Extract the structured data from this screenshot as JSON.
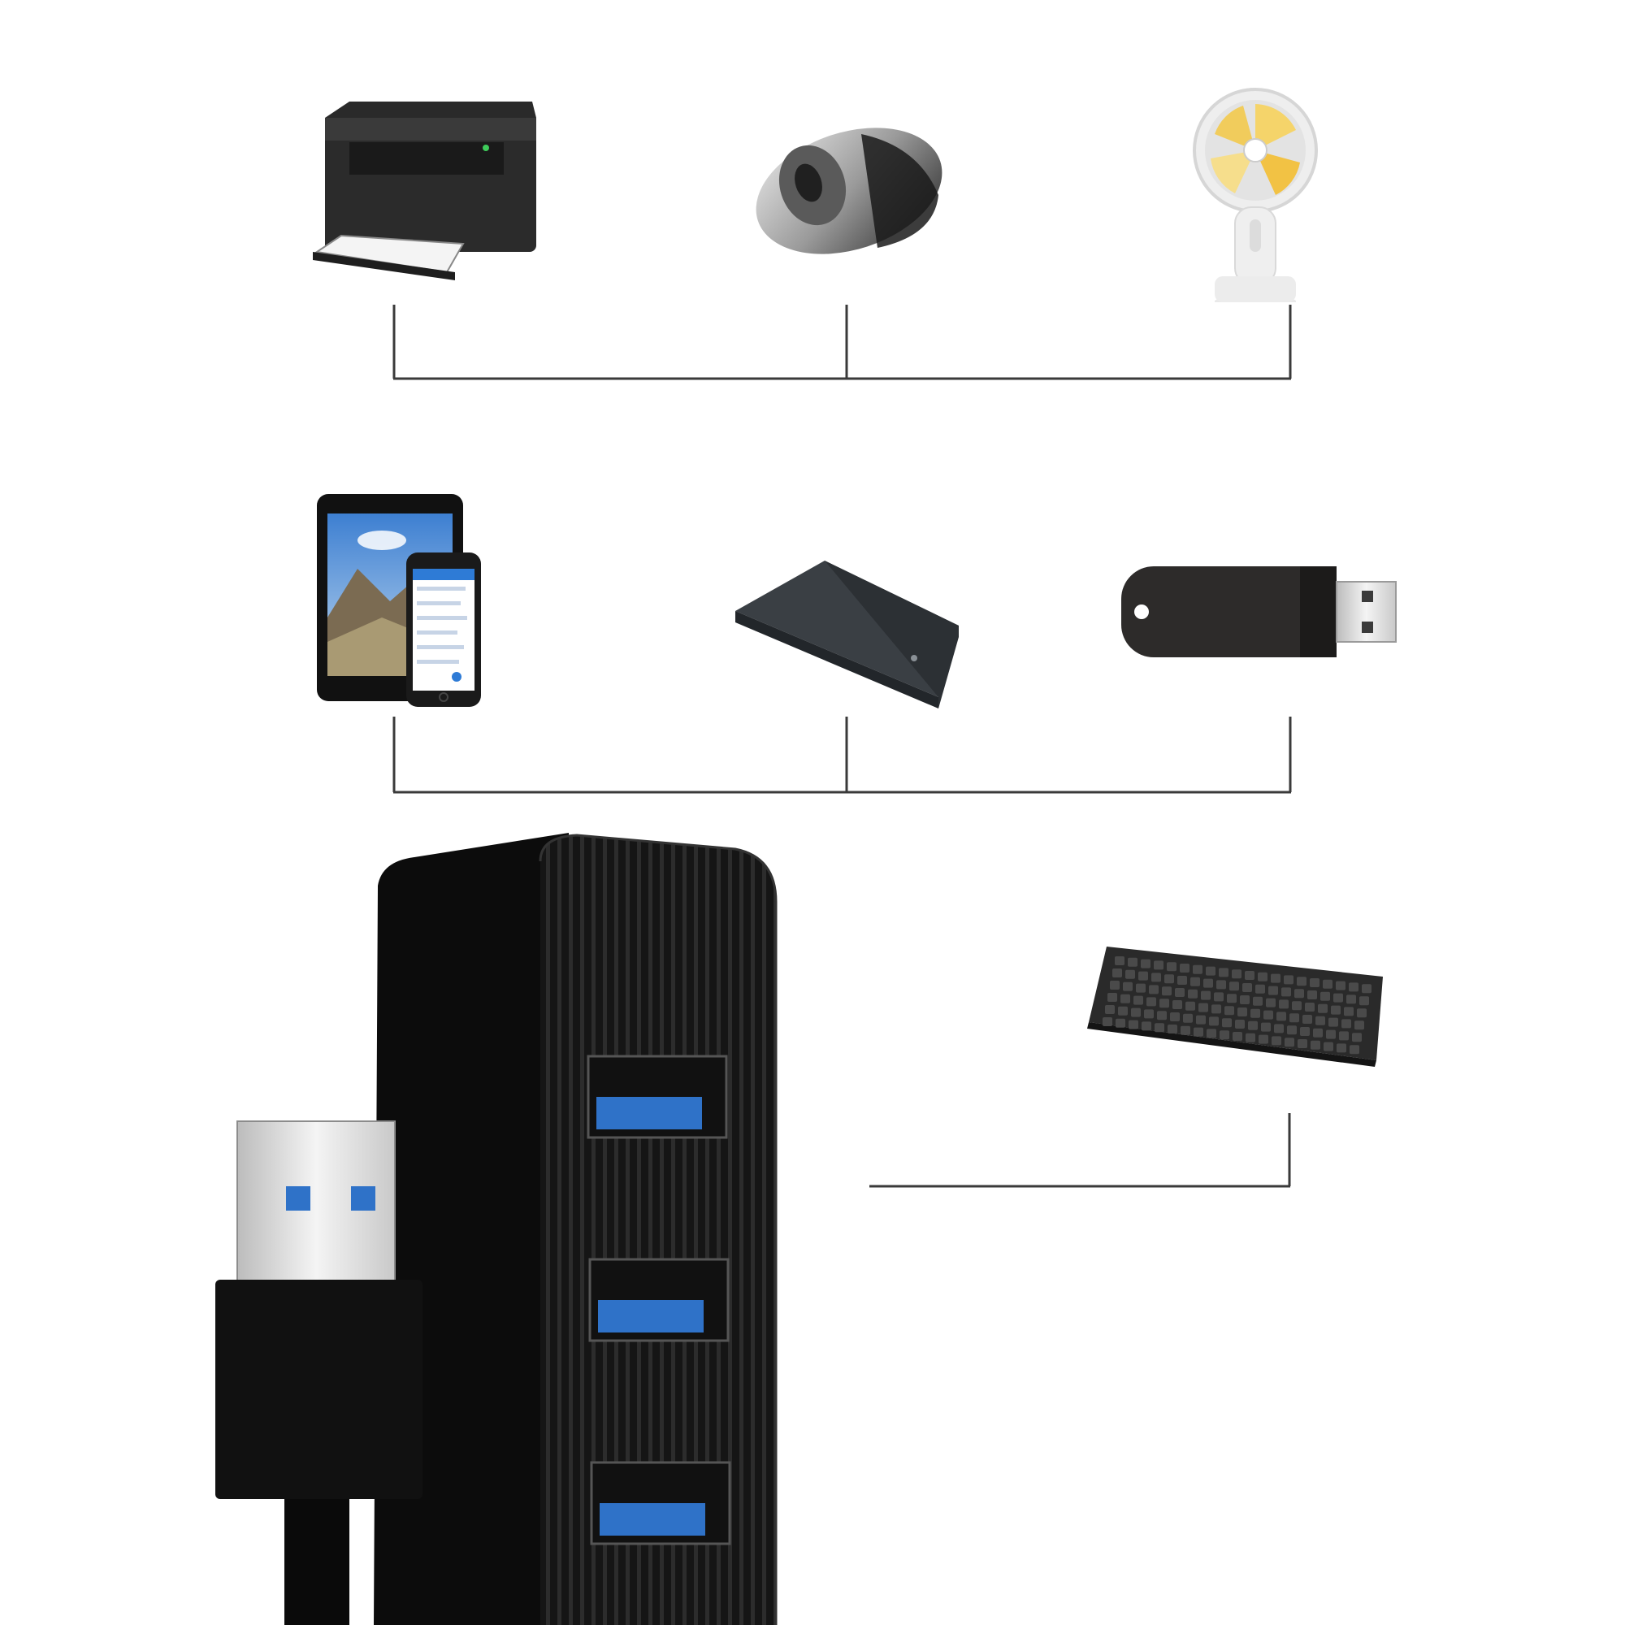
{
  "scene": {
    "background": "#ffffff",
    "connector_color": "#3a3a3a",
    "hub_body_color": "#0c0c0c",
    "port_accent": "#2f72c8"
  },
  "devices": {
    "top_row": [
      {
        "name": "printer",
        "icon": "printer-icon"
      },
      {
        "name": "mouse",
        "icon": "mouse-icon"
      },
      {
        "name": "fan",
        "icon": "fan-icon"
      }
    ],
    "middle_row": [
      {
        "name": "tablet-phone",
        "icon": "tablet-phone-icon"
      },
      {
        "name": "hard-drive",
        "icon": "hard-drive-icon"
      },
      {
        "name": "usb-flash-drive",
        "icon": "usb-flash-drive-icon"
      }
    ],
    "side": [
      {
        "name": "keyboard",
        "icon": "keyboard-icon"
      }
    ]
  },
  "hub": {
    "icon": "usb-hub-icon",
    "port_count": 3
  }
}
